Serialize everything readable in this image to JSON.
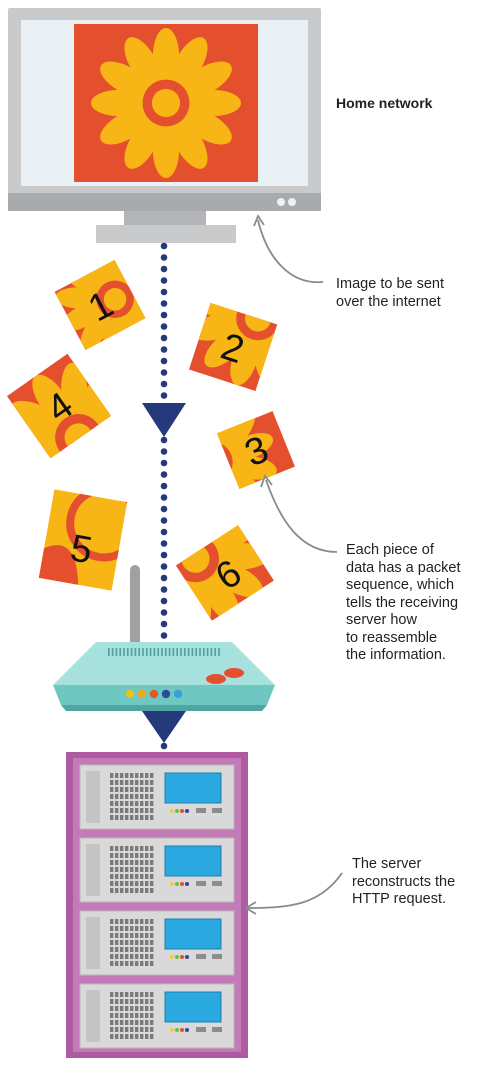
{
  "labels": {
    "home_network": "Home network",
    "image_caption": [
      "Image to be sent",
      "over the internet"
    ],
    "packet_caption": [
      "Each piece of",
      "data has a packet",
      "sequence, which",
      "tells the receiving",
      "server how",
      "to reassemble",
      "the information."
    ],
    "server_caption": [
      "The server",
      "reconstructs the",
      "HTTP request."
    ]
  },
  "packets": [
    "1",
    "2",
    "3",
    "4",
    "5",
    "6"
  ],
  "router_lights": [
    "#e8c21e",
    "#f2a81d",
    "#e05a1f",
    "#2e4a9a",
    "#3aa0d8"
  ],
  "colors": {
    "monitor_frame": "#c9cacc",
    "screen": "#eaf1f6",
    "photo_bg": "#e4502e",
    "flower": "#f8b516",
    "dots": "#243a7c",
    "router_body": "#8dd6d2",
    "server_frame": "#b05aa3",
    "server_unit": "#dcdcdc",
    "server_display": "#2aa8e0"
  }
}
